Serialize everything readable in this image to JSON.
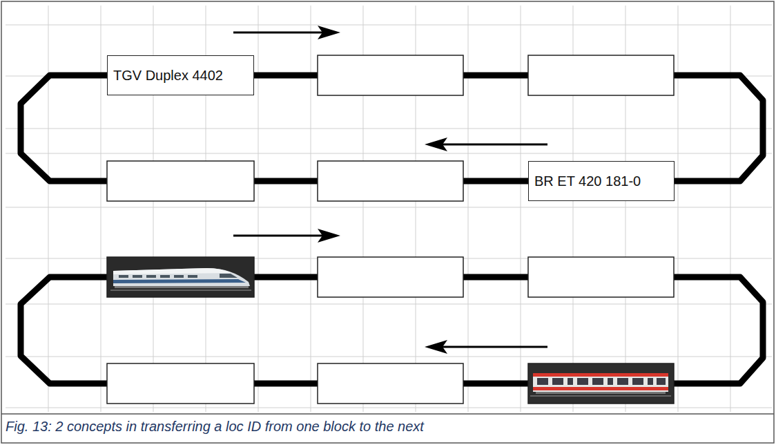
{
  "diagram": {
    "caption": "Fig. 13: 2 concepts in transferring a loc ID from one block to the next",
    "nodes": [
      {
        "text": [
          "TGV Duplex 4402"
        ]
      },
      {
        "text": [
          "BR ET 420 181-0"
        ]
      }
    ]
  }
}
